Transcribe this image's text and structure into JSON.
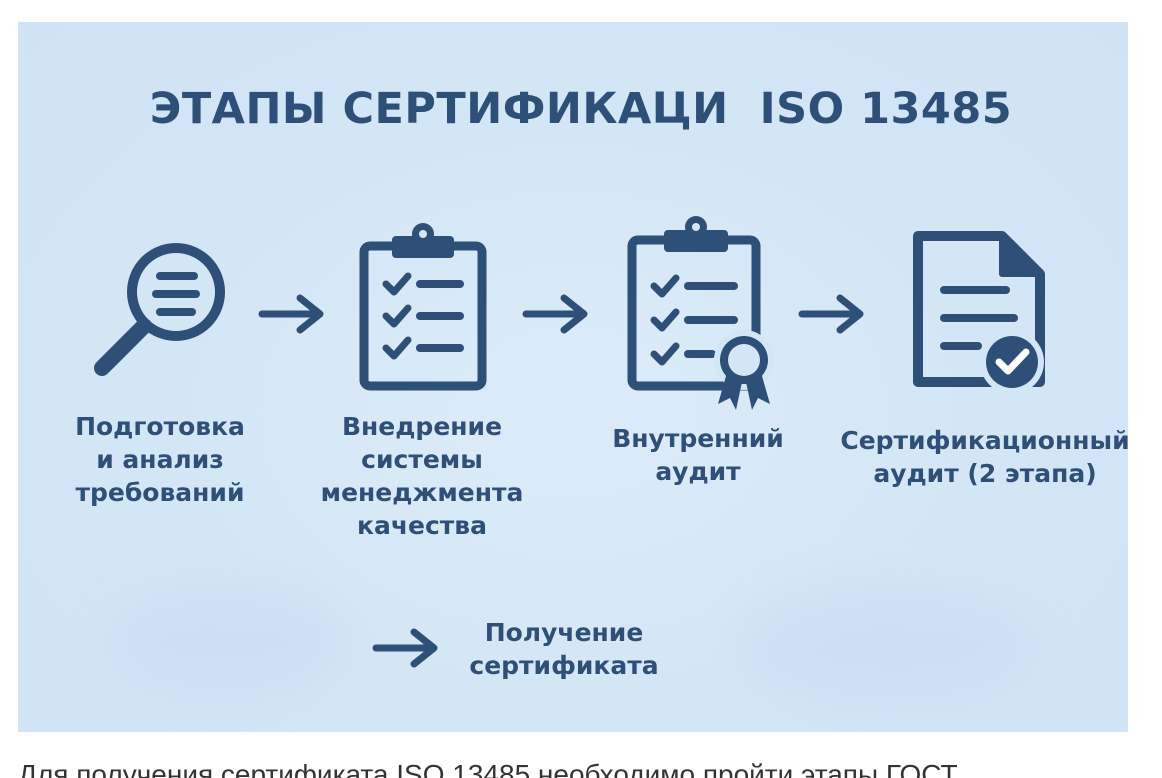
{
  "title": "ЭТАПЫ СЕРТИФИКАЦИ  ISO 13485",
  "colors": {
    "primary": "#2d4f78",
    "background": "#d3e6f6"
  },
  "steps": [
    {
      "label": "Подготовка\nи анализ\nтребований",
      "icon": "magnifier-icon"
    },
    {
      "label": "Внедрение\nсистемы\nменеджмента\nкачества",
      "icon": "clipboard-checklist-icon"
    },
    {
      "label": "Внутренний\nаудит",
      "icon": "clipboard-award-icon"
    },
    {
      "label": "Сертификационный\nаудит (2 этапа)",
      "icon": "document-check-icon"
    },
    {
      "label": "Получение\nсертификата",
      "icon": "arrow-right-icon"
    }
  ],
  "caption": "Для получения сертификата ISO 13485 необходимо пройти этапы ГОСТ"
}
